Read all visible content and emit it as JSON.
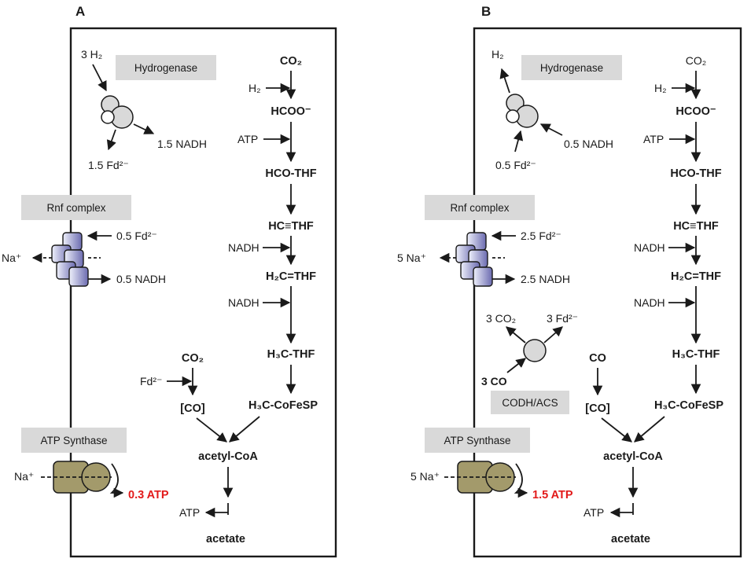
{
  "panels": [
    {
      "letter": "A",
      "labels": {
        "hydrogenase": "Hydrogenase",
        "rnf": "Rnf complex",
        "atp_synthase": "ATP Synthase"
      },
      "hydrogenase_io": {
        "h2": "3 H₂",
        "nadh": "1.5 NADH",
        "fd": "1.5 Fd²⁻"
      },
      "rnf_io": {
        "fd": "0.5 Fd²⁻",
        "na": "Na⁺",
        "nadh": "0.5 NADH"
      },
      "atp_io": {
        "na": "Na⁺",
        "atp": "0.3 ATP"
      },
      "methyl_branch": {
        "co2": "CO₂",
        "h2": "H₂",
        "formate": "HCOO⁻",
        "atp_in": "ATP",
        "formyl": "HCO-THF",
        "methenyl": "HC≡THF",
        "nadh1": "NADH",
        "methylene": "H₂C=THF",
        "nadh2": "NADH",
        "methyl": "H₃C-THF",
        "cofesp": "H₃C-CoFeSP"
      },
      "carbonyl_branch": {
        "input": "CO₂",
        "fd": "Fd²⁻",
        "co": "[CO]"
      },
      "final": {
        "acetyl_coa": "acetyl-CoA",
        "atp_out": "ATP",
        "acetate": "acetate"
      }
    },
    {
      "letter": "B",
      "labels": {
        "hydrogenase": "Hydrogenase",
        "rnf": "Rnf complex",
        "atp_synthase": "ATP Synthase",
        "codh": "CODH/ACS"
      },
      "hydrogenase_io": {
        "h2": "H₂",
        "nadh": "0.5 NADH",
        "fd": "0.5 Fd²⁻"
      },
      "rnf_io": {
        "fd": "2.5 Fd²⁻",
        "na": "5 Na⁺",
        "nadh": "2.5 NADH"
      },
      "codh_io": {
        "co2": "3 CO₂",
        "fd": "3 Fd²⁻",
        "co": "3 CO"
      },
      "atp_io": {
        "na": "5 Na⁺",
        "atp": "1.5 ATP"
      },
      "methyl_branch": {
        "co2": "CO₂",
        "h2": "H₂",
        "formate": "HCOO⁻",
        "atp_in": "ATP",
        "formyl": "HCO-THF",
        "methenyl": "HC≡THF",
        "nadh1": "NADH",
        "methylene": "H₂C=THF",
        "nadh2": "NADH",
        "methyl": "H₃C-THF",
        "cofesp": "H₃C-CoFeSP"
      },
      "carbonyl_branch": {
        "input": "CO",
        "co": "[CO]"
      },
      "final": {
        "acetyl_coa": "acetyl-CoA",
        "atp_out": "ATP",
        "acetate": "acetate"
      }
    }
  ],
  "colors": {
    "label_box": "#d9d9d9",
    "atp_synthase": "#a39a6b",
    "rnf_gradient_light": "#eef0fb",
    "rnf_gradient_dark": "#6b6bb0",
    "enzyme_fill": "#d9d9d9",
    "highlight": "#e21a1a"
  }
}
